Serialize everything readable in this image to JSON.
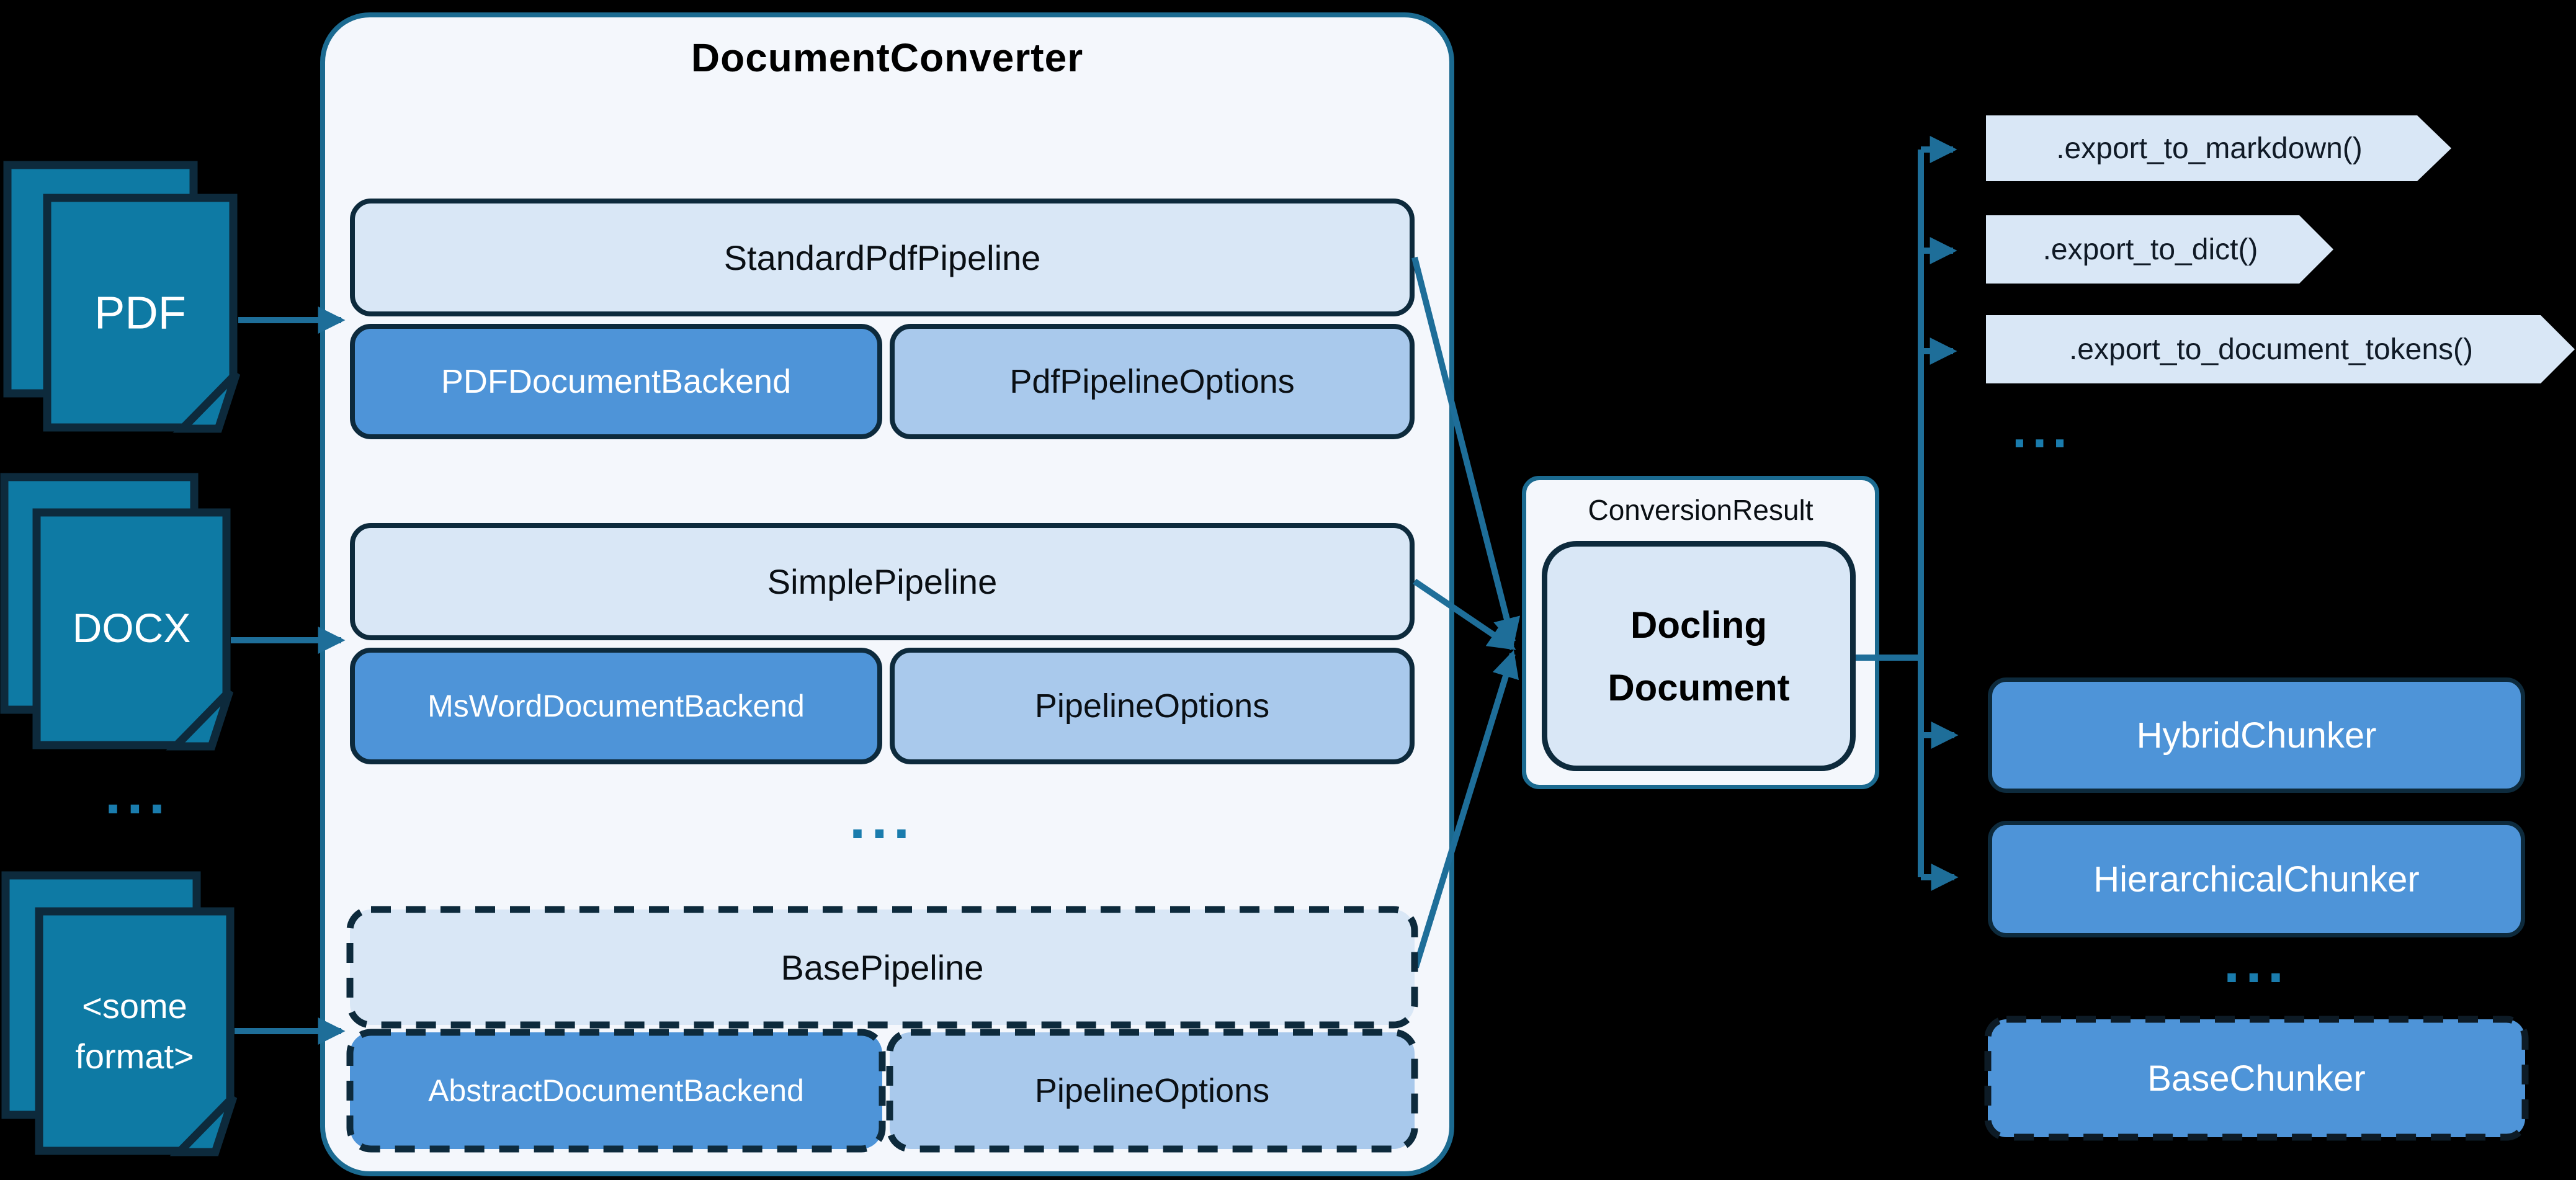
{
  "colors": {
    "background": "#000000",
    "page_fill": "#0E7AA4",
    "dark_border": "#0D2A3C",
    "converter_fill": "#F4F7FC",
    "converter_border": "#1B6A90",
    "pipeline_fill": "#D9E7F6",
    "backend_fill": "#4E94D8",
    "options_fill": "#A9C9EC",
    "chevron_fill": "#D9E7F6",
    "arrow": "#1E6E99",
    "ellipsis_dots": "#1A7CAD"
  },
  "inputs": {
    "pdf_label": "PDF",
    "docx_label": "DOCX",
    "ellipsis": "...",
    "some_format_line1": "<some",
    "some_format_line2": "format>"
  },
  "converter": {
    "title": "DocumentConverter",
    "groups": [
      {
        "pipeline": "StandardPdfPipeline",
        "backend": "PDFDocumentBackend",
        "options": "PdfPipelineOptions"
      },
      {
        "pipeline": "SimplePipeline",
        "backend": "MsWordDocumentBackend",
        "options": "PipelineOptions"
      },
      {
        "pipeline": "BasePipeline",
        "backend": "AbstractDocumentBackend",
        "options": "PipelineOptions"
      }
    ],
    "ellipsis": "..."
  },
  "result": {
    "label": "ConversionResult",
    "document_line1": "Docling",
    "document_line2": "Document"
  },
  "exports": {
    "items": [
      ".export_to_markdown()",
      ".export_to_dict()",
      ".export_to_document_tokens()"
    ],
    "ellipsis": "..."
  },
  "chunkers": {
    "items": [
      "HybridChunker",
      "HierarchicalChunker"
    ],
    "ellipsis": "...",
    "base": "BaseChunker"
  }
}
